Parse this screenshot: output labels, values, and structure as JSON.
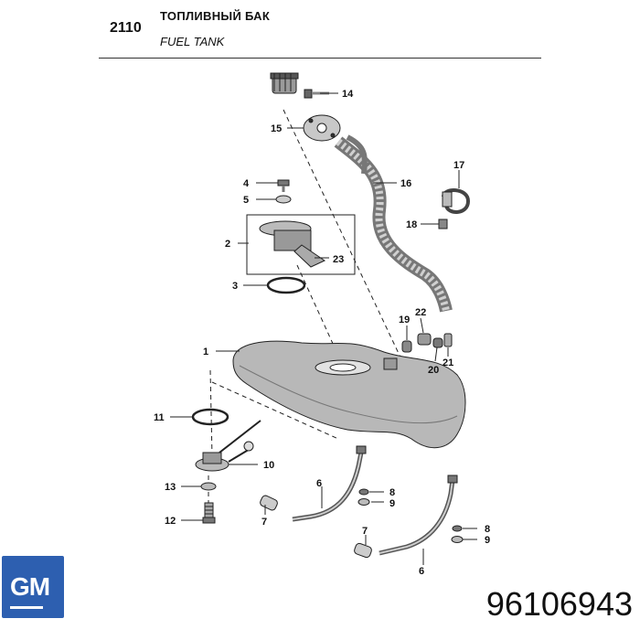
{
  "header": {
    "code": "2110",
    "title_ru": "ТОПЛИВНЫЙ БАК",
    "title_en": "FUEL TANK"
  },
  "callouts": {
    "c1": "1",
    "c2": "2",
    "c3": "3",
    "c4": "4",
    "c5": "5",
    "c6a": "6",
    "c6b": "6",
    "c7a": "7",
    "c7b": "7",
    "c8a": "8",
    "c8b": "8",
    "c9a": "9",
    "c9b": "9",
    "c10": "10",
    "c11": "11",
    "c12": "12",
    "c13": "13",
    "c14": "14",
    "c15": "15",
    "c16": "16",
    "c17": "17",
    "c18": "18",
    "c19": "19",
    "c20": "20",
    "c21": "21",
    "c22": "22",
    "c23": "23"
  },
  "brand": {
    "logo": "GM",
    "logo_color": "#2d5fb0"
  },
  "part_number": "96106943"
}
